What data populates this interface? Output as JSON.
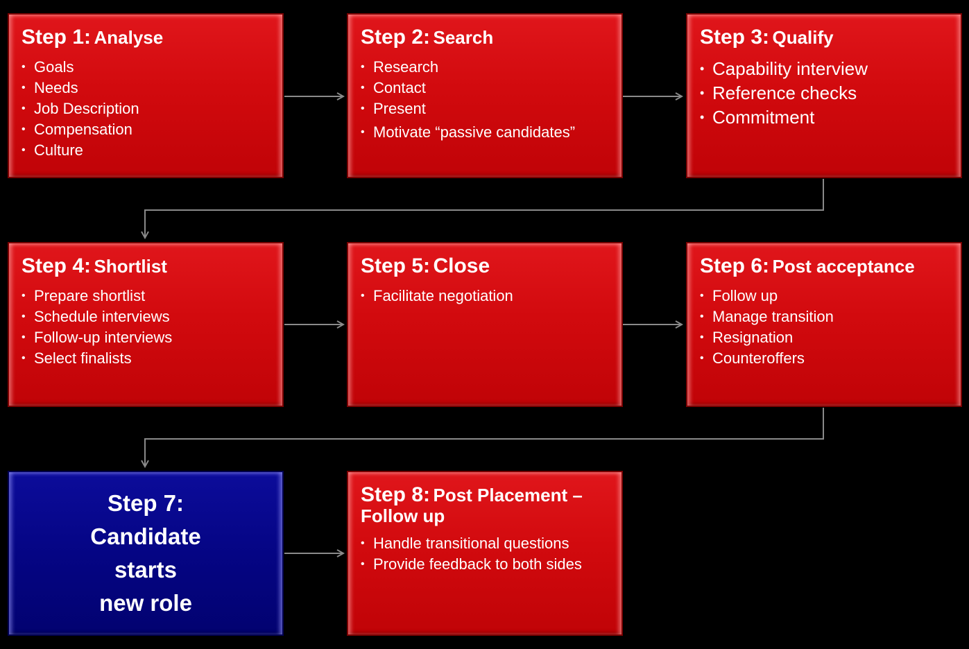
{
  "steps": [
    {
      "num": "Step 1:",
      "name": "Analyse",
      "items": [
        "Goals",
        "Needs",
        "Job Description",
        "Compensation",
        "Culture"
      ]
    },
    {
      "num": "Step 2:",
      "name": "Search",
      "items": [
        "Research",
        "Contact",
        "Present",
        "Motivate “passive candidates”"
      ]
    },
    {
      "num": "Step 3:",
      "name": "Qualify",
      "items": [
        "Capability interview",
        "Reference checks",
        "Commitment"
      ]
    },
    {
      "num": "Step 4:",
      "name": "Shortlist",
      "items": [
        "Prepare shortlist",
        "Schedule interviews",
        "Follow-up interviews",
        "Select finalists"
      ]
    },
    {
      "num": "Step 5:",
      "name": "Close",
      "items": [
        "Facilitate negotiation"
      ]
    },
    {
      "num": "Step 6:",
      "name": "Post acceptance",
      "items": [
        "Follow up",
        "Manage transition",
        "Resignation",
        "Counteroffers"
      ]
    },
    {
      "title": "Step 7:\nCandidate\nstarts\nnew role"
    },
    {
      "num": "Step 8:",
      "name": "Post Placement – Follow up",
      "items": [
        "Handle transitional questions",
        "Provide feedback to both sides"
      ]
    }
  ],
  "colors": {
    "step_box": "#d20a0e",
    "final_box": "#050584",
    "connector": "#8a8a8a",
    "background": "#000000"
  }
}
